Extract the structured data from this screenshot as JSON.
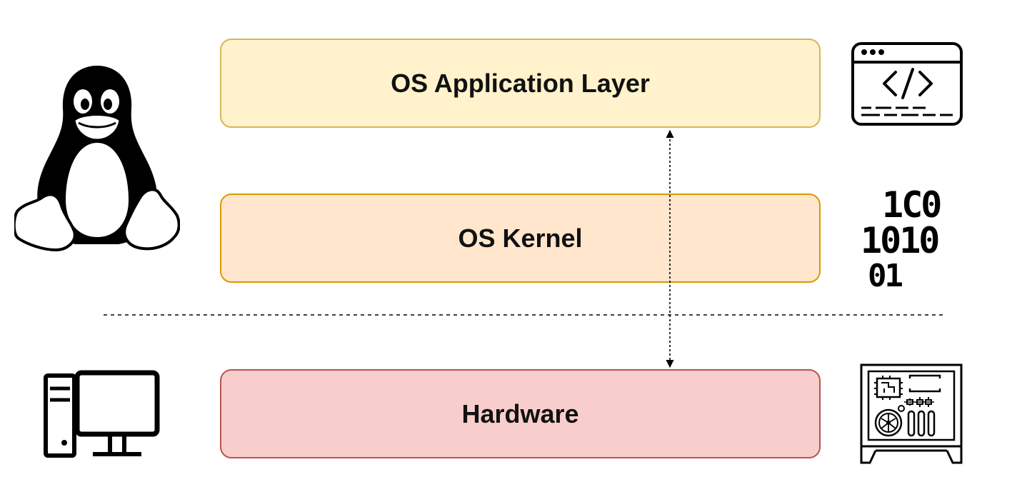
{
  "layers": {
    "application": {
      "label": "OS Application Layer",
      "fill": "#fff2cc",
      "stroke": "#d6b656"
    },
    "kernel": {
      "label": "OS Kernel",
      "fill": "#ffe6cc",
      "stroke": "#d79b00"
    },
    "hardware": {
      "label": "Hardware",
      "fill": "#f8cecc",
      "stroke": "#b85450"
    }
  },
  "binary": {
    "row1": "1C0",
    "row2": "1010",
    "row3": "01"
  },
  "icons": [
    "linux-penguin-icon",
    "code-window-icon",
    "binary-code-icon",
    "desktop-computer-icon",
    "motherboard-icon"
  ],
  "connector": {
    "style": "dashed",
    "arrows": "both-ends",
    "from": "Hardware",
    "to": "OS Application Layer"
  },
  "separator": {
    "style": "dashed"
  }
}
